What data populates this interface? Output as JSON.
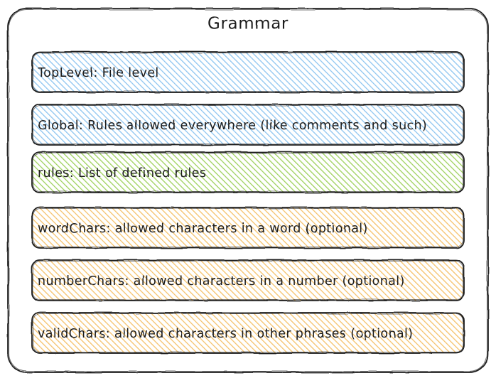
{
  "diagram": {
    "type": "sketch-block-diagram",
    "style": "hand-drawn",
    "background_color": "#ffffff",
    "stroke_color": "#1e1e1e",
    "title": "Grammar",
    "container_label": "grammar-container",
    "palette": {
      "blue_fill": "#a5d8ff",
      "blue_bg": "#e7f5ff",
      "green_fill": "#b2f2bb",
      "green_stroke_fill": "#94d82d",
      "yellow_fill": "#ffd8a8",
      "yellow_stroke_fill": "#f0ad4e",
      "border": "#1e1e1e",
      "text": "#1e1e1e"
    },
    "blocks": [
      {
        "id": "toplevel",
        "label": "TopLevel: File level",
        "color": "blue",
        "fill_style": "hachure"
      },
      {
        "id": "global",
        "label": "Global: Rules allowed everywhere (like comments and such)",
        "color": "blue",
        "fill_style": "hachure"
      },
      {
        "id": "rules",
        "label": "rules: List of defined rules",
        "color": "green",
        "fill_style": "hachure"
      },
      {
        "id": "wordchars",
        "label": "wordChars: allowed characters in a word (optional)",
        "color": "yellow",
        "fill_style": "hachure"
      },
      {
        "id": "numberchars",
        "label": "numberChars: allowed characters in a number (optional)",
        "color": "yellow",
        "fill_style": "hachure"
      },
      {
        "id": "validchars",
        "label": "validChars: allowed characters in other phrases (optional)",
        "color": "yellow",
        "fill_style": "hachure"
      }
    ]
  }
}
